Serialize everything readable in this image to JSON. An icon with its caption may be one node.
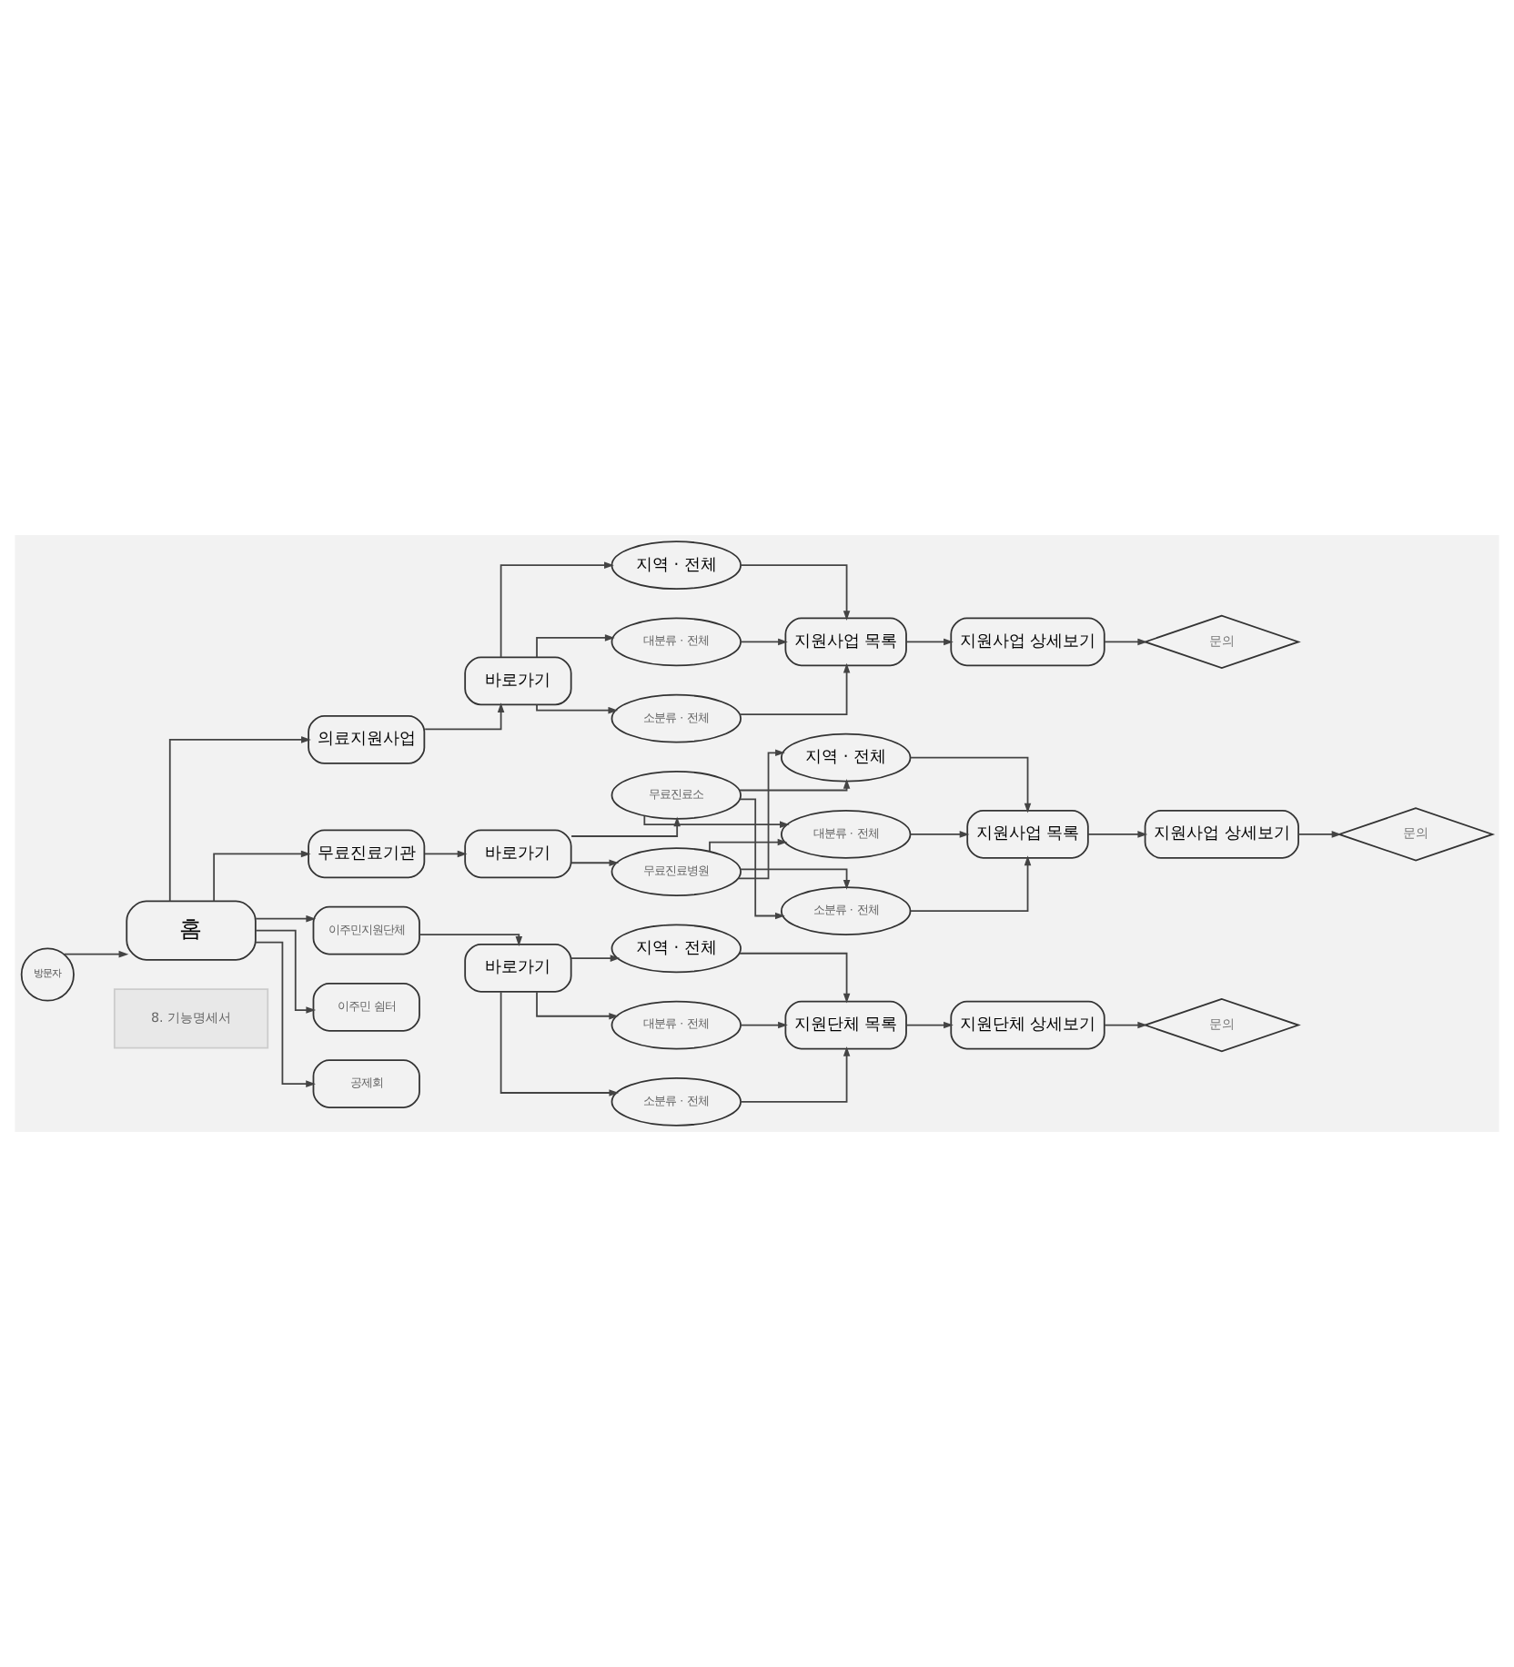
{
  "diagram": {
    "nodes": [
      {
        "text": [
          "방문자"
        ]
      },
      {
        "text": [
          "홈"
        ]
      },
      {
        "text": [
          "의료지원사업"
        ]
      },
      {
        "text": [
          "바로가기"
        ]
      },
      {
        "text": [
          "지역 · 전체"
        ]
      },
      {
        "text": [
          "대분류 · 전체"
        ]
      },
      {
        "text": [
          "소분류 · 전체"
        ]
      },
      {
        "text": [
          "지원사업 목록"
        ]
      },
      {
        "text": [
          "지원사업 상세보기"
        ]
      },
      {
        "text": [
          "문의"
        ]
      },
      {
        "text": [
          "무료진료기관"
        ]
      },
      {
        "text": [
          "바로가기"
        ]
      },
      {
        "text": [
          "무료진료소"
        ]
      },
      {
        "text": [
          "무료진료병원"
        ]
      },
      {
        "text": [
          "지역 · 전체"
        ]
      },
      {
        "text": [
          "대분류 · 전체"
        ]
      },
      {
        "text": [
          "소분류 · 전체"
        ]
      },
      {
        "text": [
          "지원사업 목록"
        ]
      },
      {
        "text": [
          "지원사업 상세보기"
        ]
      },
      {
        "text": [
          "문의"
        ]
      },
      {
        "text": [
          "8. 기능명세서"
        ]
      },
      {
        "text": [
          "이주민지원단체"
        ]
      },
      {
        "text": [
          "바로가기"
        ]
      },
      {
        "text": [
          "지역 · 전체"
        ]
      },
      {
        "text": [
          "대분류 · 전체"
        ]
      },
      {
        "text": [
          "소분류 · 전체"
        ]
      },
      {
        "text": [
          "지원단체 목록"
        ]
      },
      {
        "text": [
          "지원단체 상세보기"
        ]
      },
      {
        "text": [
          "문의"
        ]
      },
      {
        "text": [
          "이주민 쉼터"
        ]
      },
      {
        "text": [
          "공제회"
        ]
      }
    ],
    "edges": [
      {
        "from": 0,
        "to": 1,
        "arrow": "to"
      },
      {
        "from": 1,
        "to": 2,
        "arrow": "to"
      },
      {
        "from": 1,
        "to": 10,
        "arrow": "to"
      },
      {
        "from": 1,
        "to": 21,
        "arrow": "to"
      },
      {
        "from": 1,
        "to": 29,
        "arrow": "to"
      },
      {
        "from": 1,
        "to": 30,
        "arrow": "to"
      },
      {
        "from": 2,
        "to": 3,
        "arrow": "to"
      },
      {
        "from": 3,
        "to": 4,
        "arrow": "to"
      },
      {
        "from": 3,
        "to": 5,
        "arrow": "to"
      },
      {
        "from": 3,
        "to": 6,
        "arrow": "to"
      },
      {
        "from": 4,
        "to": 7,
        "arrow": "to"
      },
      {
        "from": 5,
        "to": 7,
        "arrow": "to"
      },
      {
        "from": 6,
        "to": 7,
        "arrow": "to"
      },
      {
        "from": 7,
        "to": 8,
        "arrow": "to"
      },
      {
        "from": 8,
        "to": 9,
        "arrow": "to"
      },
      {
        "from": 10,
        "to": 11,
        "arrow": "to"
      },
      {
        "from": 11,
        "to": 12,
        "arrow": "to"
      },
      {
        "from": 11,
        "to": 13,
        "arrow": "to"
      },
      {
        "from": 12,
        "to": 14,
        "arrow": "to"
      },
      {
        "from": 12,
        "to": 15,
        "arrow": "to"
      },
      {
        "from": 12,
        "to": 16,
        "arrow": "to"
      },
      {
        "from": 13,
        "to": 14,
        "arrow": "to"
      },
      {
        "from": 13,
        "to": 15,
        "arrow": "to"
      },
      {
        "from": 13,
        "to": 16,
        "arrow": "to"
      },
      {
        "from": 14,
        "to": 17,
        "arrow": "to"
      },
      {
        "from": 15,
        "to": 17,
        "arrow": "to"
      },
      {
        "from": 16,
        "to": 17,
        "arrow": "to"
      },
      {
        "from": 17,
        "to": 18,
        "arrow": "to"
      },
      {
        "from": 18,
        "to": 19,
        "arrow": "to"
      },
      {
        "from": 21,
        "to": 22,
        "arrow": "to"
      },
      {
        "from": 22,
        "to": 23,
        "arrow": "to"
      },
      {
        "from": 22,
        "to": 24,
        "arrow": "to"
      },
      {
        "from": 22,
        "to": 25,
        "arrow": "to"
      },
      {
        "from": 23,
        "to": 26,
        "arrow": "to"
      },
      {
        "from": 24,
        "to": 26,
        "arrow": "to"
      },
      {
        "from": 25,
        "to": 26,
        "arrow": "to"
      },
      {
        "from": 26,
        "to": 27,
        "arrow": "to"
      },
      {
        "from": 27,
        "to": 28,
        "arrow": "to"
      }
    ]
  }
}
